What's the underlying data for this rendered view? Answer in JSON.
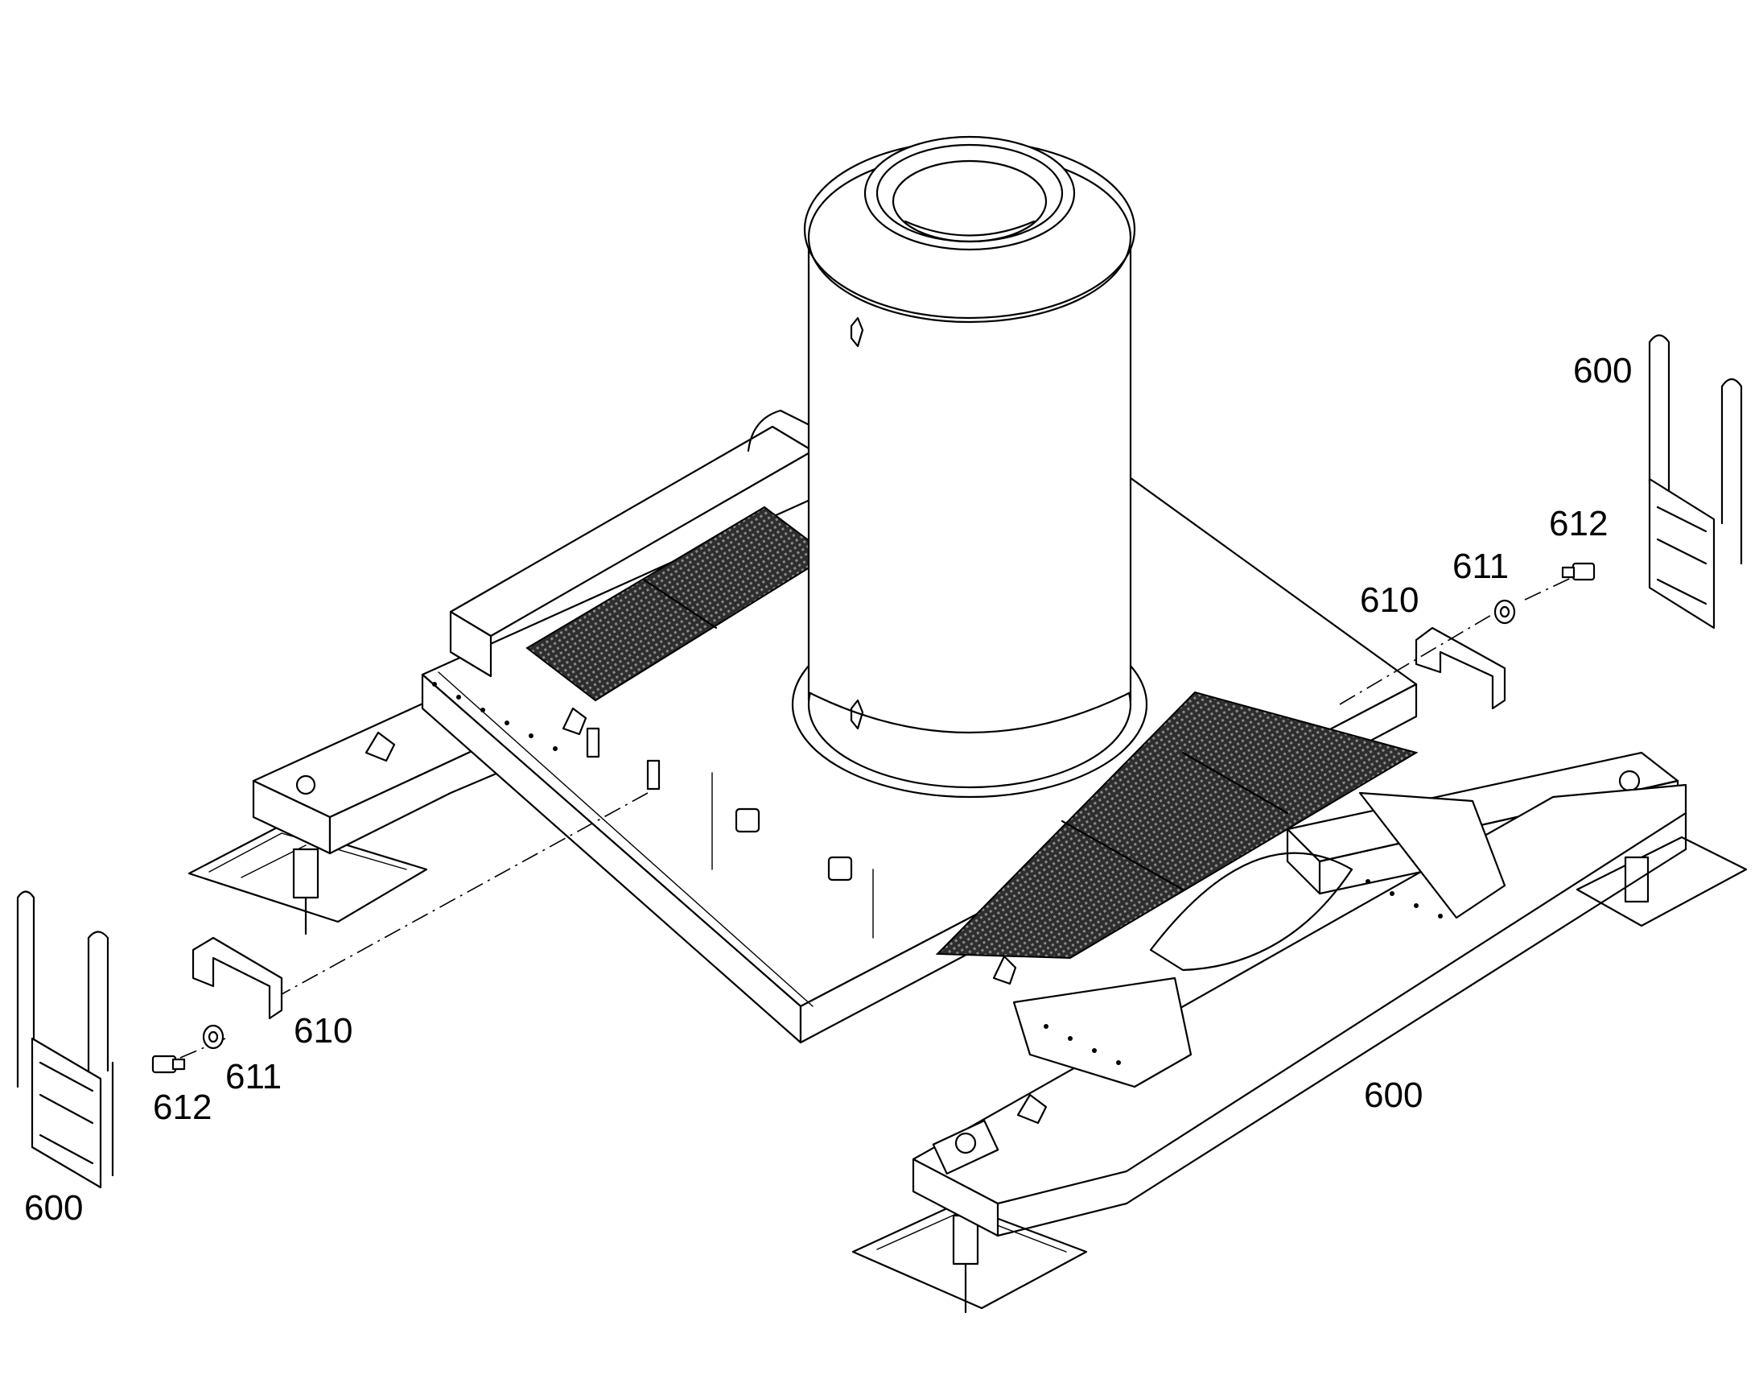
{
  "callouts": {
    "ladder_right": "600",
    "bolt_right": "612",
    "washer_right": "611",
    "bracket_right": "610",
    "bracket_left": "610",
    "washer_left": "611",
    "bolt_left": "612",
    "ladder_left": "600",
    "beam_front": "600"
  },
  "colors": {
    "line": "#000000",
    "background": "#ffffff",
    "grating": "#2e2e2e"
  },
  "icons": [
    "bolt-icon",
    "washer-icon",
    "bracket-icon",
    "ladder-icon",
    "lifting-lug-icon"
  ]
}
